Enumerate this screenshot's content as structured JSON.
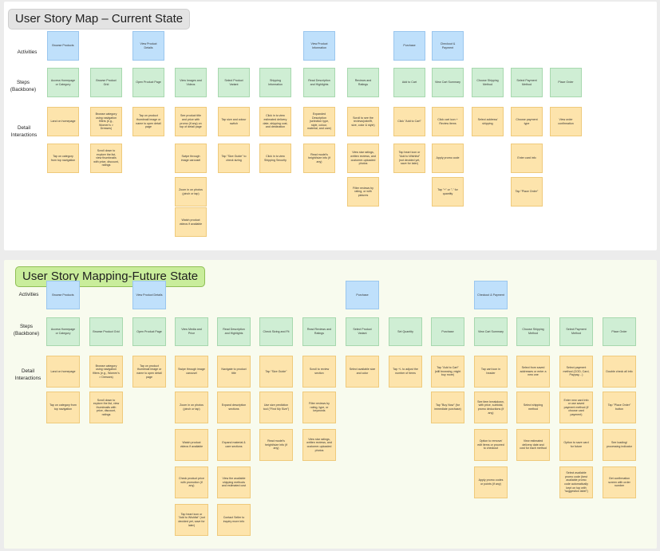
{
  "colors": {
    "activity": "#bfe0fb",
    "step": "#cfeed4",
    "detail": "#fde4ac",
    "future_title": "#c9ed9b"
  },
  "current": {
    "title": "User Story Map – Current State",
    "labels": {
      "activities": "Activities",
      "steps": "Steps\n(Backbone)",
      "details": "Detail\nInteractions"
    },
    "activities": [
      "Browse Products",
      "View Product Details",
      "View Product Information",
      "Purchase",
      "Checkout & Payment"
    ],
    "steps": [
      "Access Homepage or Category",
      "Browse Product Grid",
      "Open Product Page",
      "View Images and Videos",
      "Select Product Variant",
      "Shipping Information",
      "Read Description and Highlights",
      "Reviews and Ratings",
      "Add to Cart",
      "View Cart Summary",
      "Choose Shipping Method",
      "Select Payment Method",
      "Place Order"
    ],
    "details": [
      [
        "Land on homepage",
        "Tap on category from top navigation"
      ],
      [
        "Browse category using navigation filters (e.g., Women's > Dresses)",
        "Scroll down to explore the list, view thumbnails with price, discount, ratings"
      ],
      [
        "Tap on product thumbnail image or name to open detail page"
      ],
      [
        "See product title and price with promo (if any) on top of detail page",
        "Swipe through image carousel",
        "Zoom in on photos (pinch or tap)",
        "Watch product videos if available"
      ],
      [
        "Tap size and colour switch",
        "Tap \"Size Guide\" to check sizing"
      ],
      [
        "Click in to view estimated delivery date, shipping cost, and destination",
        "Click in to view Shipping Security"
      ],
      [
        "Expanded Description (selection type, style, colour, material, and care)",
        "Read model's height/size info (if any)"
      ],
      [
        "Scroll to see the reviews(rate/fit, size, color & style)",
        "View star ratings, written reviews, and customer-uploaded photos",
        "Filter reviews by rating, or with pictures"
      ],
      [
        "Click \"Add to Cart\"",
        "Tap heart icon or \"Add to Wishlist\" (not decided yet, save for later)"
      ],
      [
        "Click cart icon + Review items",
        "Apply promo code",
        "Tap \"+\" or \"-\" for quantity"
      ],
      [
        "Select address/ shipping"
      ],
      [
        "Choose payment type",
        "Enter card info",
        "Tap \"Place Order\""
      ],
      [
        "View order confirmation"
      ]
    ]
  },
  "future": {
    "title": "User Story Mapping-Future State",
    "labels": {
      "activities": "Activities",
      "steps": "Steps\n(Backbone)",
      "details": "Detail\nInteractions"
    },
    "activities": [
      "Browse Products",
      "View Product Details",
      "Purchase",
      "Checkout & Payment"
    ],
    "steps": [
      "Access Homepage or Category",
      "Browse Product Grid",
      "Open Product Page",
      "View Media and Price",
      "Read Description and Highlights",
      "Check Sizing and Fit",
      "Read Reviews and Ratings",
      "Select Product Variant",
      "Set Quantity",
      "Purchase",
      "View Cart Summary",
      "Choose Shipping Method",
      "Select Payment Method",
      "Place Order"
    ],
    "details": [
      [
        "Land on homepage",
        "Tap on category from top navigation"
      ],
      [
        "Browse category using navigation filters (e.g., Women's > Dresses)",
        "Scroll down to explore the list, view thumbnails with price, discount, ratings"
      ],
      [
        "Tap on product thumbnail image or name to open detail page"
      ],
      [
        "Swipe through image carousel",
        "Zoom in on photos (pinch or tap)",
        "Watch product videos if available",
        "Check product price with promotion (if any)",
        "Tap heart icon or \"Add to Wishlist\" (not decided yet, save for later)"
      ],
      [
        "Navigate to product title",
        "Expand description sections",
        "Expand material & care sections",
        "View the available shipping methods and estimated cost",
        "Contact Seller to inquiry more info"
      ],
      [
        "Tap \"Size Guide\"",
        "Use size prediction tool (\"Find My Size\")",
        "Read model's height/size info (if any)"
      ],
      [
        "Scroll to review section",
        "Filter reviews by rating, type, or keywords",
        "View star ratings, written reviews, and customer-uploaded photos"
      ],
      [
        "Select available size and color"
      ],
      [
        "Tap +/- to adjust the number of items"
      ],
      [
        "Tap \"Add to Cart\" (still browsing, might buy more)",
        "Tap \"Buy Now\" (for immediate purchase)"
      ],
      [
        "Tap cart icon in header",
        "See item breakdown, with price, subtotal, promo deductions (if any)",
        "Option to remove/ edit items or proceed to checkout",
        "Apply promo codes or points (if any)"
      ],
      [
        "Select from saved addresses or enter a new one",
        "Select shipping method",
        "View estimated delivery date and cost for each method"
      ],
      [
        "Select payment method (COD, Card, Paypay,...)",
        "Enter new card info or use saved payment method (if choose card payment)",
        "Option to save card for future",
        "Select available promo code (best available promo code automatically kept on top with \"suggestion label\")"
      ],
      [
        "Double check all info",
        "Tap \"Place Order\" button",
        "See loading/ processing indicator",
        "Get confirmation screen with order number"
      ]
    ]
  }
}
